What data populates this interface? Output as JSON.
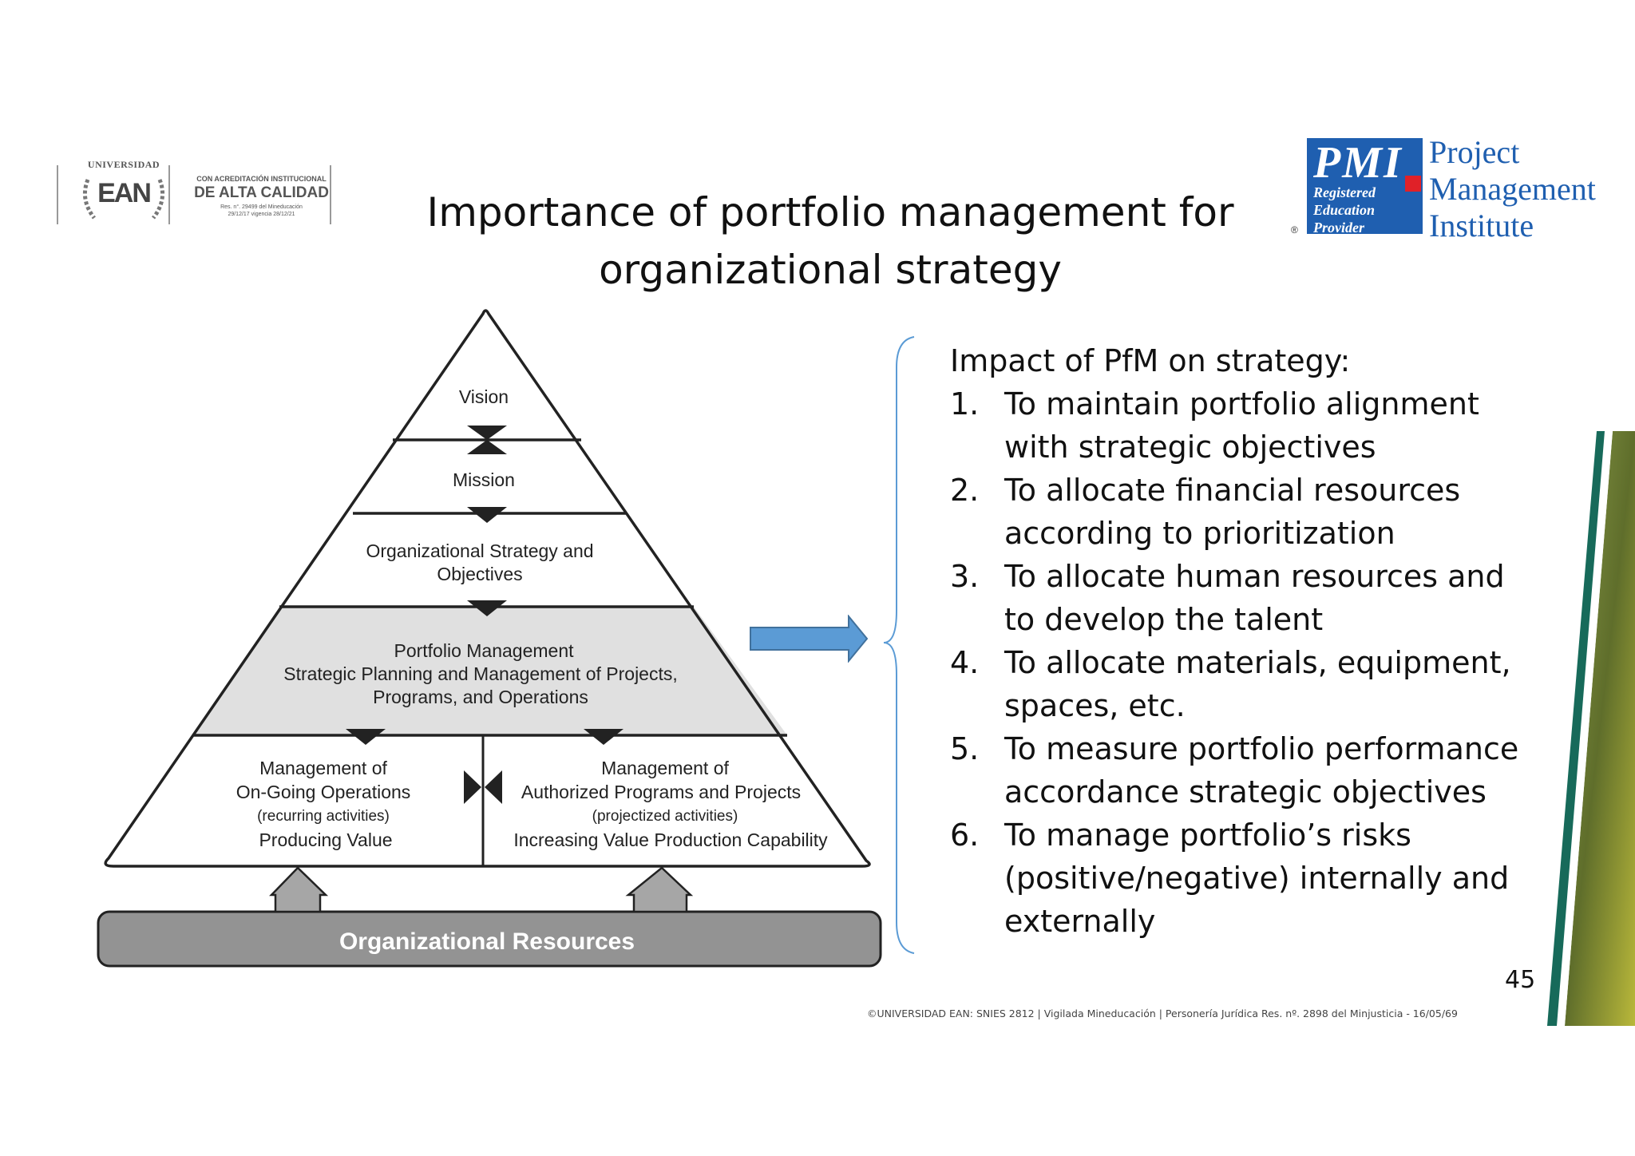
{
  "logos": {
    "ean": {
      "university": "UNIVERSIDAD",
      "name": "EAN",
      "accreditation_line1": "CON ACREDITACIÓN INSTITUCIONAL",
      "accreditation_line2": "DE ALTA CALIDAD",
      "accreditation_line3": "Res. n°. 29499 del Mineducación",
      "accreditation_line4": "29/12/17 vigencia 28/12/21"
    },
    "pmi": {
      "mark": "PMI",
      "registered_line1": "Registered",
      "registered_line2": "Education",
      "registered_line3": "Provider",
      "name_line1": "Project",
      "name_line2": "Management",
      "name_line3": "Institute",
      "registered_symbol": "®"
    }
  },
  "title": {
    "line1": "Importance of portfolio management for",
    "line2": "organizational strategy"
  },
  "pyramid": {
    "vision": "Vision",
    "mission": "Mission",
    "strategy_line1": "Organizational Strategy and",
    "strategy_line2": "Objectives",
    "portfolio_line1": "Portfolio Management",
    "portfolio_line2": "Strategic Planning and Management of Projects,",
    "portfolio_line3": "Programs, and Operations",
    "left_line1": "Management of",
    "left_line2": "On-Going Operations",
    "left_line3": "(recurring activities)",
    "left_line4": "Producing Value",
    "right_line1": "Management of",
    "right_line2": "Authorized Programs and Projects",
    "right_line3": "(projectized activities)",
    "right_line4": "Increasing Value Production Capability",
    "resources": "Organizational Resources",
    "colors": {
      "portfolio_fill": "#e0e0e0",
      "resources_fill": "#939393",
      "arrow_fill": "#a6a6a6"
    }
  },
  "impact": {
    "heading": "Impact of PfM on strategy:",
    "items": [
      {
        "num": "1.",
        "lines": [
          "To maintain portfolio alignment",
          "with strategic objectives"
        ]
      },
      {
        "num": "2.",
        "lines": [
          "To allocate financial resources",
          "according to prioritization"
        ]
      },
      {
        "num": "3.",
        "lines": [
          "To allocate human resources and",
          "to develop the talent"
        ]
      },
      {
        "num": "4.",
        "lines": [
          "To allocate materials, equipment,",
          "spaces, etc."
        ]
      },
      {
        "num": "5.",
        "lines": [
          "To measure portfolio performance",
          "accordance strategic objectives"
        ]
      },
      {
        "num": "6.",
        "lines": [
          "To manage portfolio’s risks",
          "(positive/negative) internally and",
          "externally"
        ]
      }
    ]
  },
  "arrow_color": "#5b9bd5",
  "page_number": "45",
  "footer": "©UNIVERSIDAD EAN: SNIES 2812 | Vigilada Mineducación | Personería Jurídica Res. nº. 2898 del Minjusticia - 16/05/69"
}
